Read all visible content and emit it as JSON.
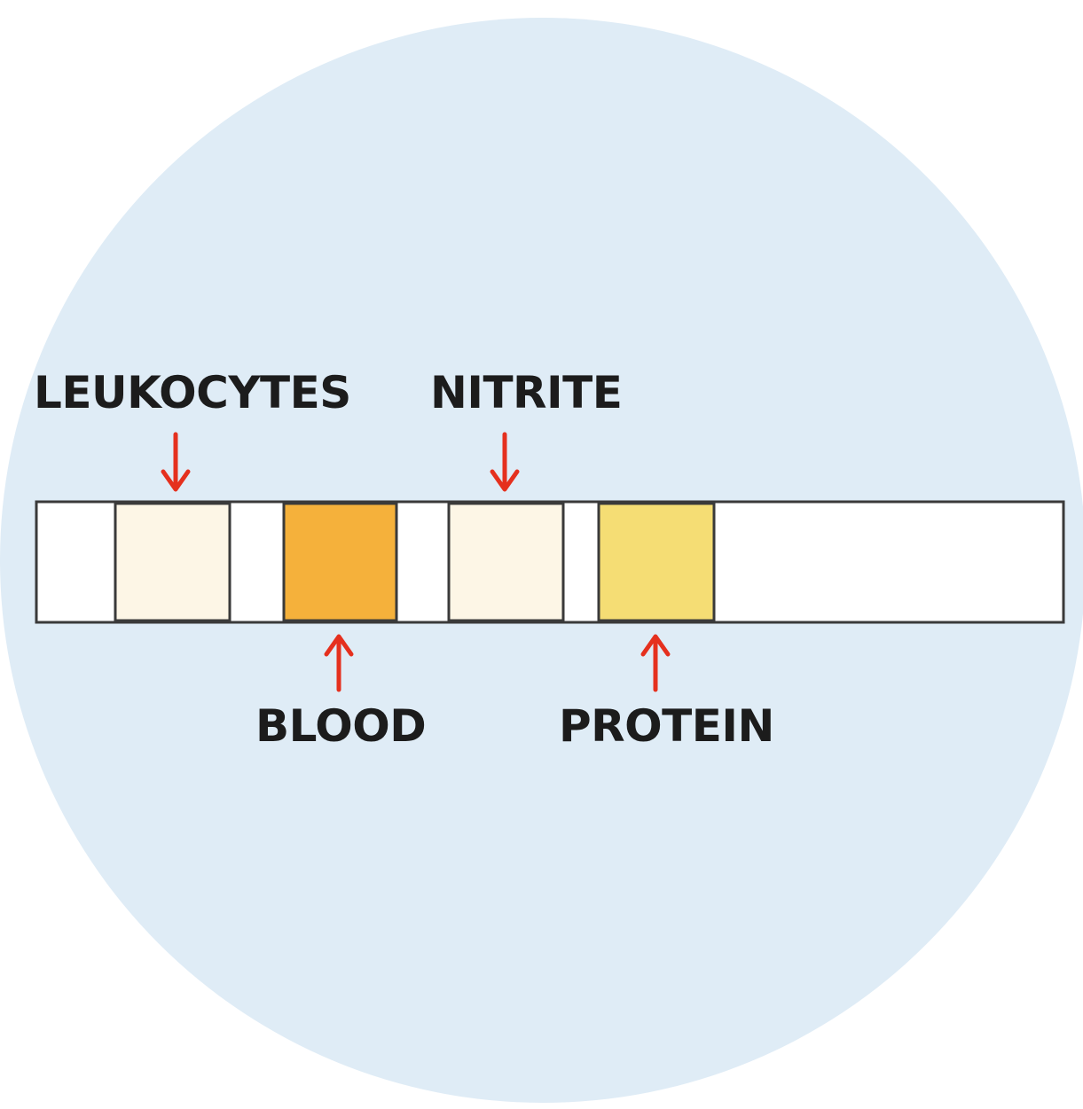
{
  "colors": {
    "background_circle": "#dfecf6",
    "strip_fill": "#ffffff",
    "strip_border": "#3a3a3a",
    "arrow": "#e5301e",
    "label_text": "#1c1c1c"
  },
  "pads": [
    {
      "id": "leukocytes",
      "label": "LEUKOCYTES",
      "color": "#fdf6e6",
      "label_side": "top"
    },
    {
      "id": "blood",
      "label": "BLOOD",
      "color": "#f5b13b",
      "label_side": "bottom"
    },
    {
      "id": "nitrite",
      "label": "NITRITE",
      "color": "#fdf6e6",
      "label_side": "top"
    },
    {
      "id": "protein",
      "label": "PROTEIN",
      "color": "#f5dd74",
      "label_side": "bottom"
    }
  ]
}
